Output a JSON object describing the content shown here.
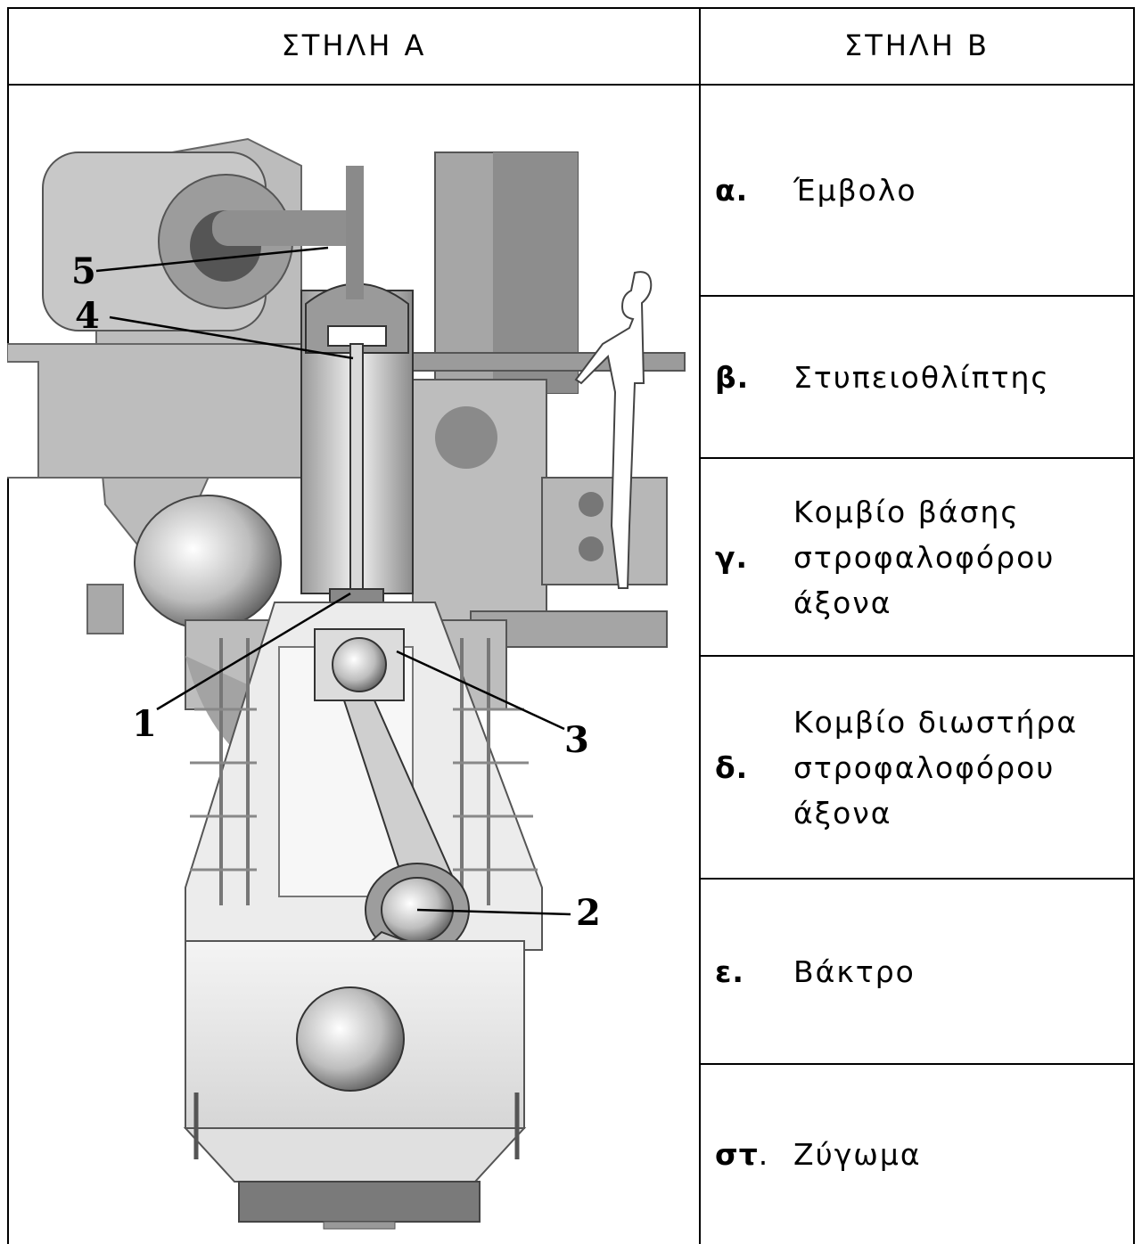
{
  "table": {
    "header_a": "ΣΤΗΛΗ Α",
    "header_b": "ΣΤΗΛΗ Β",
    "rows": [
      {
        "marker": "α.",
        "text": "Έμβολο"
      },
      {
        "marker": "β.",
        "text": "Στυπειοθλίπτης"
      },
      {
        "marker": "γ.",
        "text": "Κομβίο βάσης στροφαλοφόρου άξονα"
      },
      {
        "marker": "δ.",
        "text": "Κομβίο διωστήρα στροφαλοφόρου άξονα"
      },
      {
        "marker": "ε.",
        "text": "Βάκτρο"
      },
      {
        "marker_bold": "στ",
        "marker_rest": ".",
        "text": "Ζύγωμα"
      }
    ]
  },
  "figure": {
    "callouts": [
      "1",
      "2",
      "3",
      "4",
      "5"
    ],
    "colors": {
      "ink": "#000000",
      "metal_light": "#e8e8e8",
      "metal_mid": "#b8b8b8",
      "metal_dark": "#7a7a7a"
    }
  }
}
